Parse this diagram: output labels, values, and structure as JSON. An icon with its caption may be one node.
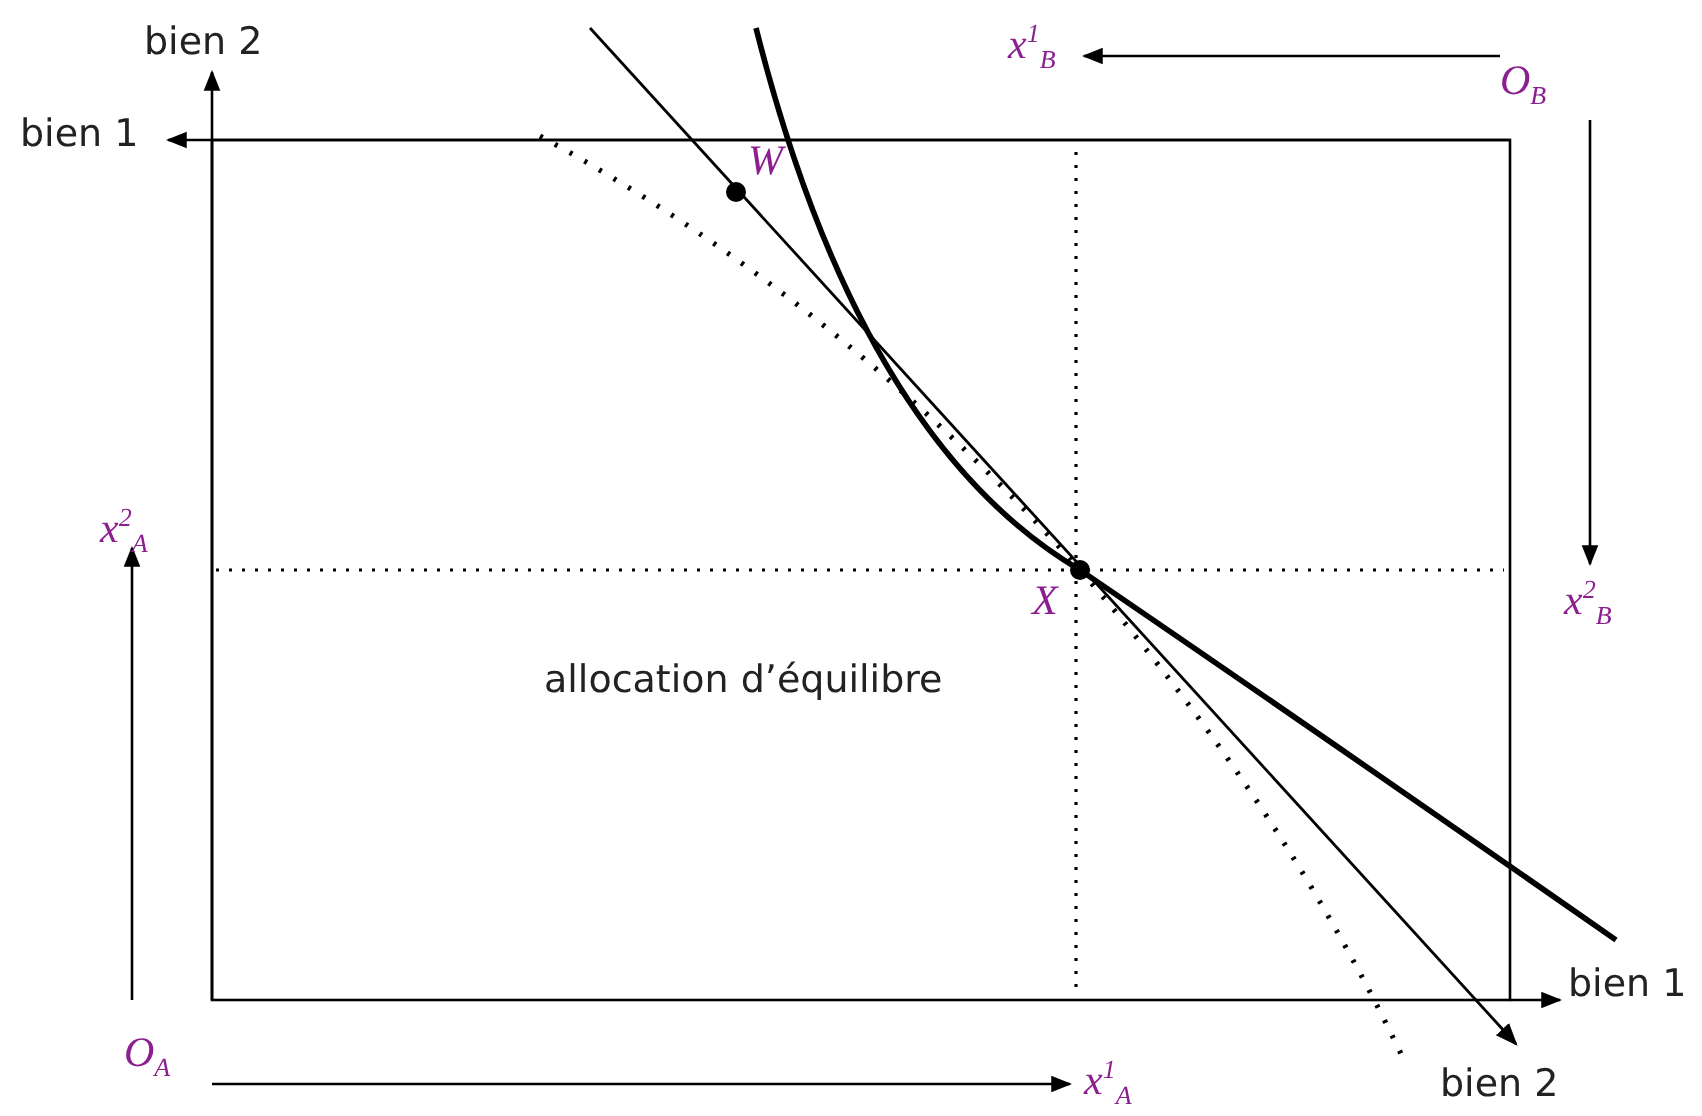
{
  "diagram": {
    "labels": [
      "bien 2",
      "x$^{1}$$_{B}$",
      "O$_{B}$",
      "bien 1",
      "W",
      "x$^{2}$$_{A}$",
      "X",
      "x$^{2}$$_{B}$",
      "allocation d’équilibre",
      "bien 1",
      "O$_{A}$",
      "x$^{1}$$_{A}$",
      "bien 2"
    ]
  }
}
